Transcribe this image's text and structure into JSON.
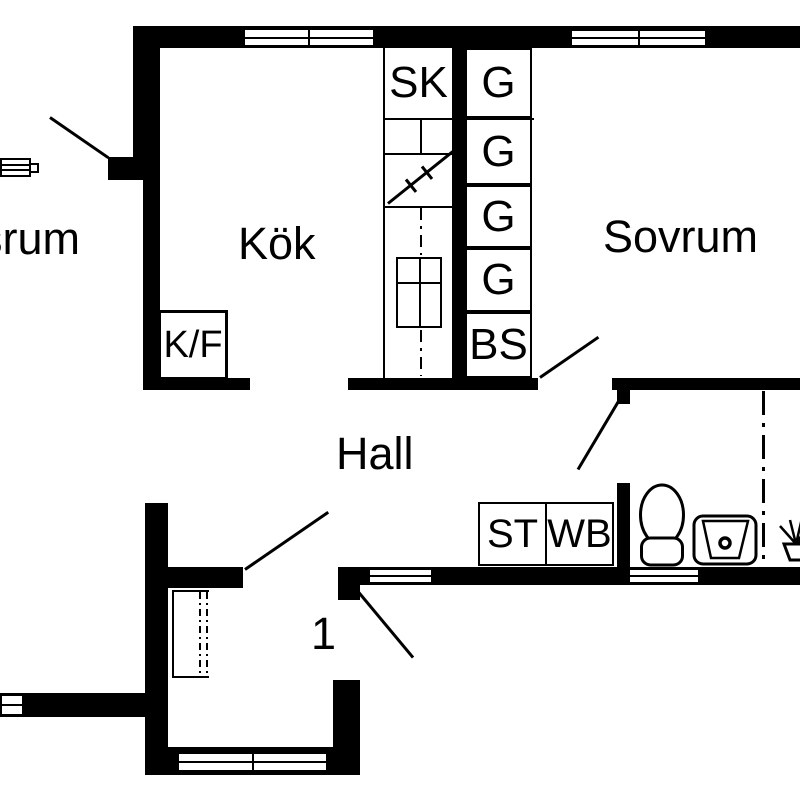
{
  "colors": {
    "ink": "#000000",
    "paper": "#ffffff"
  },
  "rooms": {
    "living_partial": "srum",
    "kitchen": "Kök",
    "bedroom": "Sovrum",
    "hall": "Hall",
    "room_number": "1"
  },
  "cabinets": {
    "sk": "SK",
    "g1": "G",
    "g2": "G",
    "g3": "G",
    "g4": "G",
    "bs": "BS"
  },
  "appliances": {
    "fridge_freezer": "K/F"
  },
  "bathroom": {
    "st": "ST",
    "wb": "WB"
  },
  "icons": {
    "toilet": "toilet-icon",
    "washbasin": "washbasin-icon",
    "plant": "plant-icon",
    "radiator": "radiator-icon",
    "stove": "stove-icon",
    "door": "door-swing-line",
    "window": "window-symbol"
  }
}
